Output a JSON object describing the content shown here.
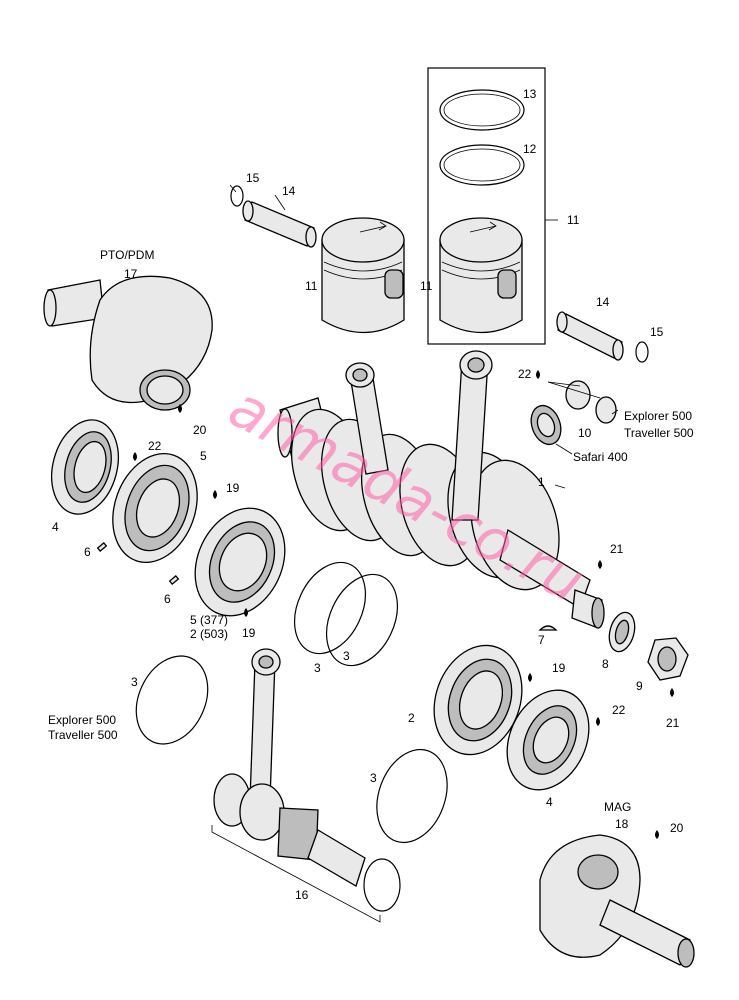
{
  "labels": {
    "n1": "1",
    "n2a": "2",
    "n2b": "2 (503)",
    "n3a": "3",
    "n3b": "3",
    "n3c": "3",
    "n3d": "3",
    "n4a": "4",
    "n4b": "4",
    "n5a": "5",
    "n5b": "5 (377)",
    "n6a": "6",
    "n6b": "6",
    "n7": "7",
    "n8": "8",
    "n9": "9",
    "n10": "10",
    "n11a": "11",
    "n11b": "11",
    "n11c": "11",
    "n12": "12",
    "n13": "13",
    "n14a": "14",
    "n14b": "14",
    "n15a": "15",
    "n15b": "15",
    "n16": "16",
    "n17": "17",
    "n18": "18",
    "n19a": "19",
    "n19b": "19",
    "n19c": "19",
    "n20a": "20",
    "n20b": "20",
    "n21a": "21",
    "n21b": "21",
    "n22a": "22",
    "n22b": "22",
    "n22c": "22"
  },
  "captions": {
    "pto": "PTO/PDM",
    "mag": "MAG",
    "explorer_right": "Explorer 500",
    "traveller_right": "Traveller 500",
    "safari": "Safari 400",
    "explorer_left": "Explorer 500",
    "traveller_left": "Traveller 500"
  },
  "watermark": "armada-co.ru",
  "colors": {
    "watermark": "#ff5fa8",
    "line": "#000000",
    "fill": "#e9e9e9"
  }
}
